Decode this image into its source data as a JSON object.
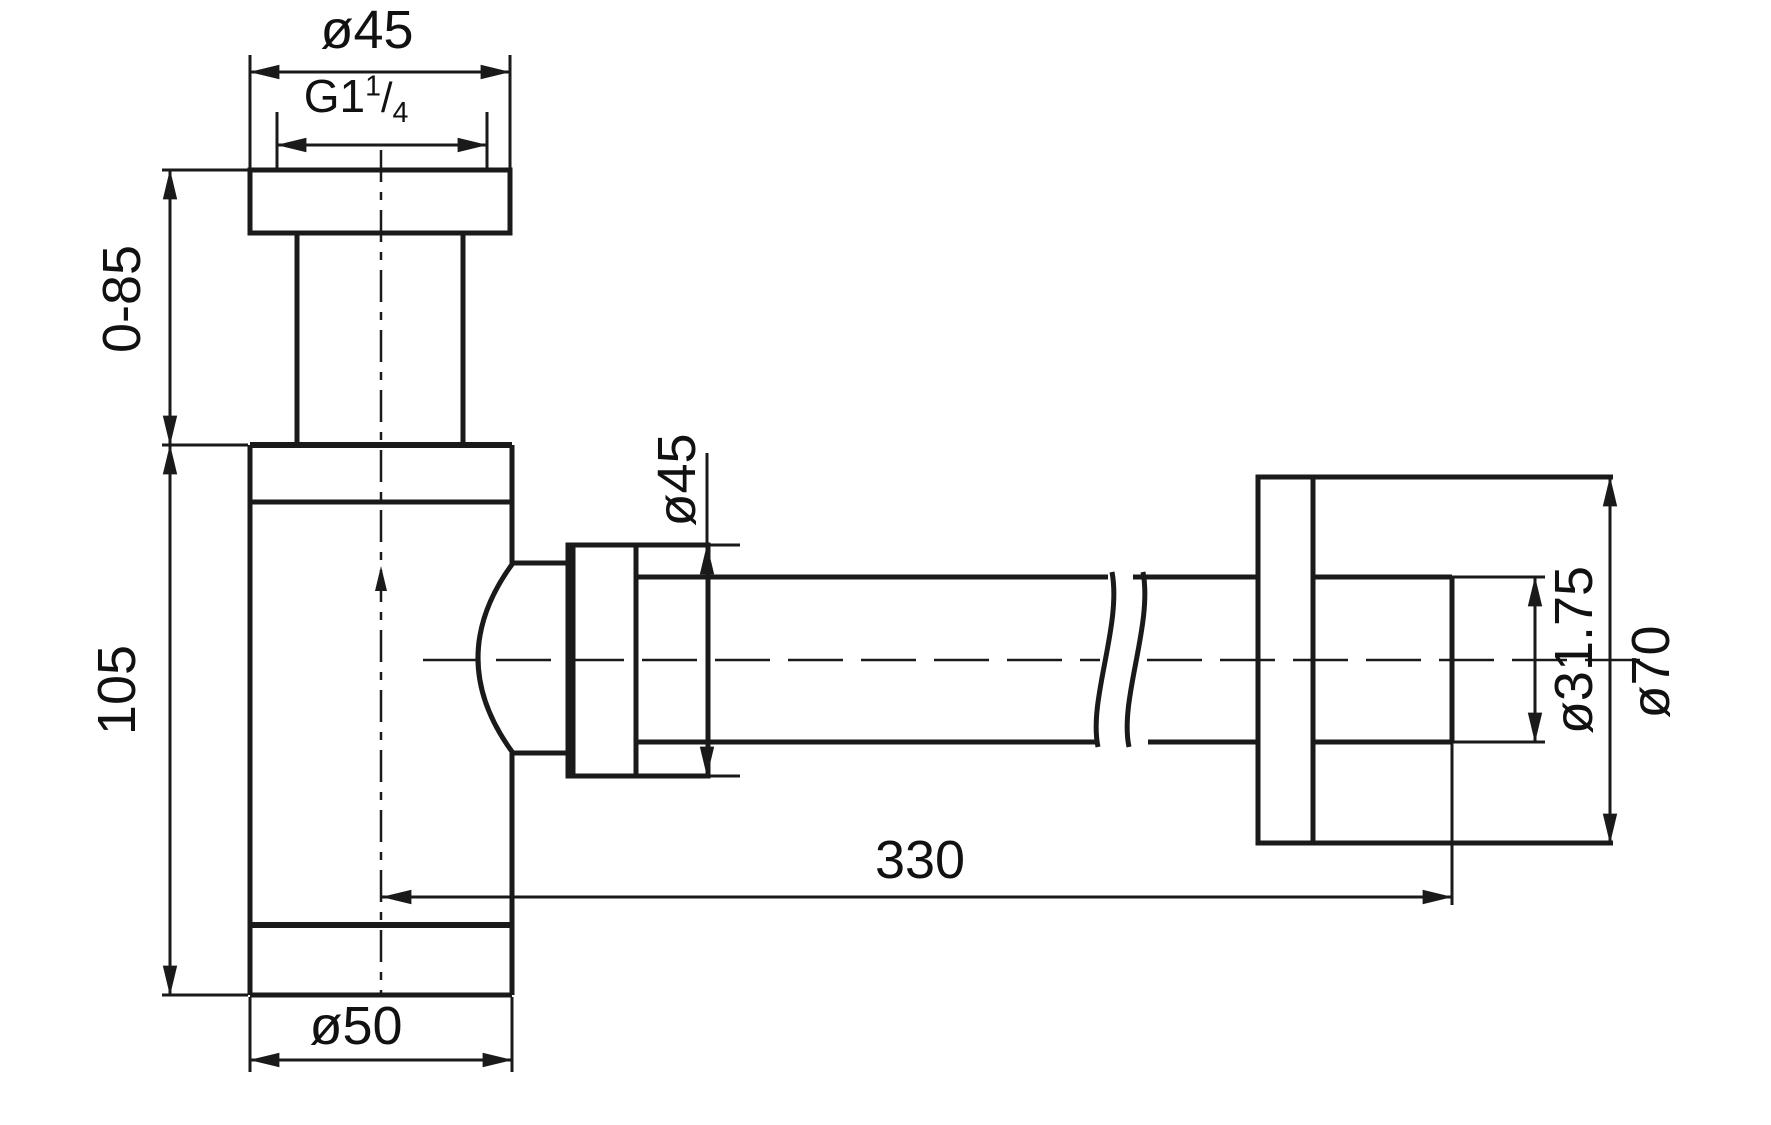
{
  "colors": {
    "line": "#1a1a1a",
    "background": "#ffffff"
  },
  "dimensions": {
    "inlet_nut_diameter": "ø45",
    "thread_prefix": "G1",
    "thread_numerator": "1",
    "thread_slash": "/",
    "thread_denominator": "4",
    "adjustable_height": "0-85",
    "body_height": "105",
    "body_diameter": "ø50",
    "outlet_nut_diameter": "ø45",
    "horizontal_length": "330",
    "pipe_diameter": "ø31.75",
    "flange_diameter": "ø70"
  }
}
